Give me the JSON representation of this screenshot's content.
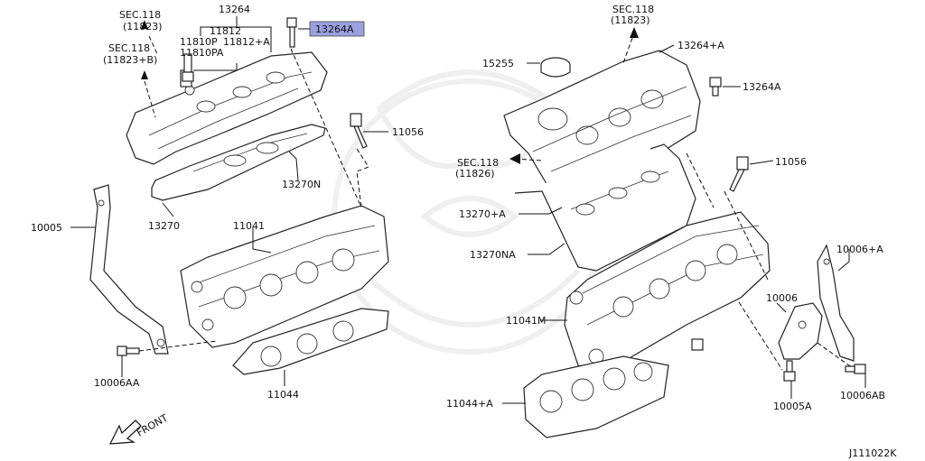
{
  "callouts": {
    "sec118_11823_left": {
      "line1": "SEC.118",
      "line2": "(11823)"
    },
    "sec118_11823b": {
      "line1": "SEC.118",
      "line2": "(11823+B)"
    },
    "sec118_11823_right": {
      "line1": "SEC.118",
      "line2": "(11823)"
    },
    "sec118_11826": {
      "line1": "SEC.118",
      "line2": "(11826)"
    },
    "p13264": "13264",
    "p11812": "11812",
    "p11810p": "11810P",
    "p11812a": "11812+A",
    "p11810pa": "11810PA",
    "p13264a_highlight": "13264A",
    "p11056_left": "11056",
    "p13270n": "13270N",
    "p13270": "13270",
    "p10005": "10005",
    "p11041": "11041",
    "p10006aa": "10006AA",
    "p11044": "11044",
    "front": "FRONT",
    "p15255": "15255",
    "p13264_plus_a": "13264+A",
    "p13264a_right": "13264A",
    "p11056_right": "11056",
    "p13270_plus_a": "13270+A",
    "p13270na": "13270NA",
    "p10006_plus_a": "10006+A",
    "p10006": "10006",
    "p11041m": "11041M",
    "p10005a": "10005A",
    "p10006ab": "10006AB",
    "p11044_plus_a": "11044+A"
  },
  "diagram_code": "J111022K",
  "colors": {
    "highlight": "#9aa0e0",
    "line": "#111111"
  }
}
